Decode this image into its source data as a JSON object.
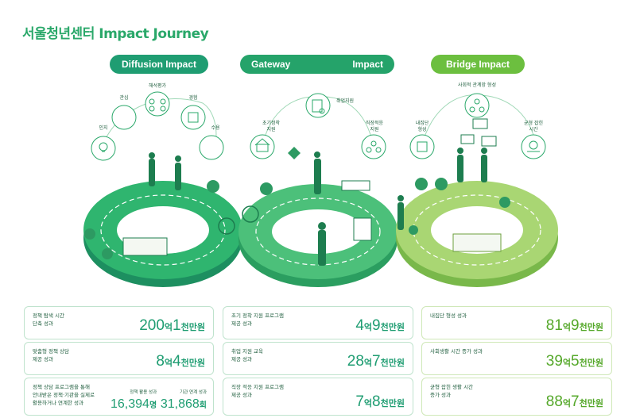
{
  "title": "서울청년센터 Impact Journey",
  "phases": {
    "diffusion": "Diffusion Impact",
    "gateway_left": "Gateway",
    "gateway_right": "Impact",
    "bridge": "Bridge Impact"
  },
  "diffusion_labels": {
    "recognize": "인지",
    "interest": "관심",
    "reception": "해석평가",
    "experience": "경험",
    "accept": "수용"
  },
  "gateway_labels": {
    "early": "초기정착\n지원",
    "job": "취업지원",
    "adapt": "직장적응\n지원"
  },
  "bridge_labels": {
    "social": "사회적 관계망 형성",
    "inner": "내집단\n형성",
    "balance": "균형 잡힌\n시간"
  },
  "metrics": {
    "col1": [
      {
        "label": [
          "정책 탐색 시간",
          "단축 성과"
        ],
        "big": "200",
        "unit1": "억",
        "small": "1",
        "unit2": "천만원"
      },
      {
        "label": [
          "맞춤형 정책 상담",
          "제공 성과"
        ],
        "big": "8",
        "unit1": "억",
        "small": "4",
        "unit2": "천만원"
      },
      {
        "label": [
          "정책 상담 프로그램을 통해",
          "안내받은 정책·기관을 실제로",
          "활용하거나 연계한 성과"
        ],
        "split": [
          {
            "cap": "정책 활용 성과",
            "num": "16,394",
            "unit": "명"
          },
          {
            "cap": "기관 연계 성과",
            "num": "31,868",
            "unit": "회"
          }
        ]
      }
    ],
    "col2": [
      {
        "label": [
          "초기 정착 지원 프로그램",
          "제공 성과"
        ],
        "big": "4",
        "unit1": "억",
        "small": "9",
        "unit2": "천만원"
      },
      {
        "label": [
          "취업 지원 교육",
          "제공 성과"
        ],
        "big": "28",
        "unit1": "억",
        "small": "7",
        "unit2": "천만원"
      },
      {
        "label": [
          "직장 적응 지원 프로그램",
          "제공 성과"
        ],
        "big": "7",
        "unit1": "억",
        "small": "8",
        "unit2": "천만원"
      }
    ],
    "col3": [
      {
        "label": [
          "내집단 형성 성과"
        ],
        "big": "81",
        "unit1": "억",
        "small": "9",
        "unit2": "천만원"
      },
      {
        "label": [
          "사회생활 시간 증가 성과"
        ],
        "big": "39",
        "unit1": "억",
        "small": "5",
        "unit2": "천만원"
      },
      {
        "label": [
          "균형 잡힌 생활 시간",
          "증가 성과"
        ],
        "big": "88",
        "unit1": "억",
        "small": "7",
        "unit2": "천만원"
      }
    ]
  },
  "colors": {
    "green": "#1f9d72",
    "mid": "#2fb56f",
    "lime": "#6cbf3f",
    "track_dark": "#1d8f60",
    "track_light": "#9fd66c"
  }
}
